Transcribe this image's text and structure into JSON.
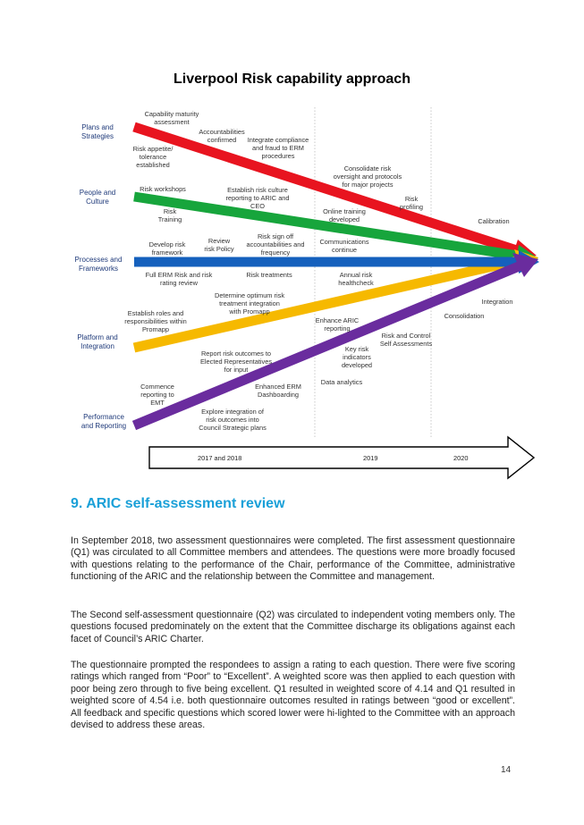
{
  "diagram": {
    "title": "Liverpool Risk capability approach",
    "categories": [
      "Plans and\nStrategies",
      "People and\nCulture",
      "Processes and\nFrameworks",
      "Platform and\nIntegration",
      "Performance\nand Reporting"
    ],
    "labels": [
      "Capability maturity\nassessment",
      "Accountabilities\nconfirmed",
      "Integrate compliance\nand fraud to ERM\nprocedures",
      "Risk appetite/\ntolerance\nestablished",
      "Consolidate risk\noversight and protocols\nfor major projects",
      "Risk\nprofiling",
      "Risk workshops",
      "Establish risk culture\nreporting to ARIC and\nCEO",
      "Risk\nTraining",
      "Online training\ndeveloped",
      "Calibration",
      "Develop risk\nframework",
      "Review\nrisk Policy",
      "Risk sign off\naccountabilities and\nfrequency",
      "Communications\ncontinue",
      "Full ERM Risk and risk\nrating review",
      "Risk treatments",
      "Annual risk\nhealthcheck",
      "Determine optimum risk\ntreatment integration\nwith Promapp",
      "Establish roles and\nresponsibilities within\nPromapp",
      "Integration",
      "Consolidation",
      "Enhance ARIC\nreporting",
      "Risk and Control\nSelf Assessments",
      "Key risk\nindicators\ndeveloped",
      "Report risk outcomes to\nElected Representatives\nfor input",
      "Data analytics",
      "Commence\nreporting to\nEMT",
      "Enhanced ERM\nDashboarding",
      "Explore integration of\nrisk outcomes into\nCouncil Strategic plans"
    ],
    "timeline": [
      "2017 and 2018",
      "2019",
      "2020"
    ],
    "colors": {
      "plans": "#e8141f",
      "people": "#17a53c",
      "processes": "#1560bd",
      "platform": "#f6b900",
      "performance": "#6a2c9e"
    }
  },
  "section": {
    "heading": "9.  ARIC self-assessment review",
    "paragraphs": [
      "In September 2018, two assessment questionnaires were completed. The first assessment questionnaire (Q1) was circulated to all Committee members and attendees. The questions were more broadly focused with questions relating to the performance of the Chair, performance of the Committee, administrative functioning of the ARIC and the relationship between the Committee and management.",
      "The Second self-assessment questionnaire (Q2) was circulated to independent voting members only. The questions focused predominately on the extent that the Committee discharge its obligations against each facet of Council’s ARIC Charter.",
      "The questionnaire prompted the respondees to assign a rating to each question. There were five scoring ratings which ranged from “Poor” to “Excellent”. A weighted score was then applied to each question with poor being zero through to five being excellent. Q1 resulted in weighted score of 4.14 and Q1 resulted in weighted score of 4.54 i.e. both questionnaire outcomes resulted in ratings between “good or excellent”. All feedback and specific questions which scored lower were hi-lighted to the Committee with an approach devised to address these areas."
    ]
  },
  "page_number": "14"
}
